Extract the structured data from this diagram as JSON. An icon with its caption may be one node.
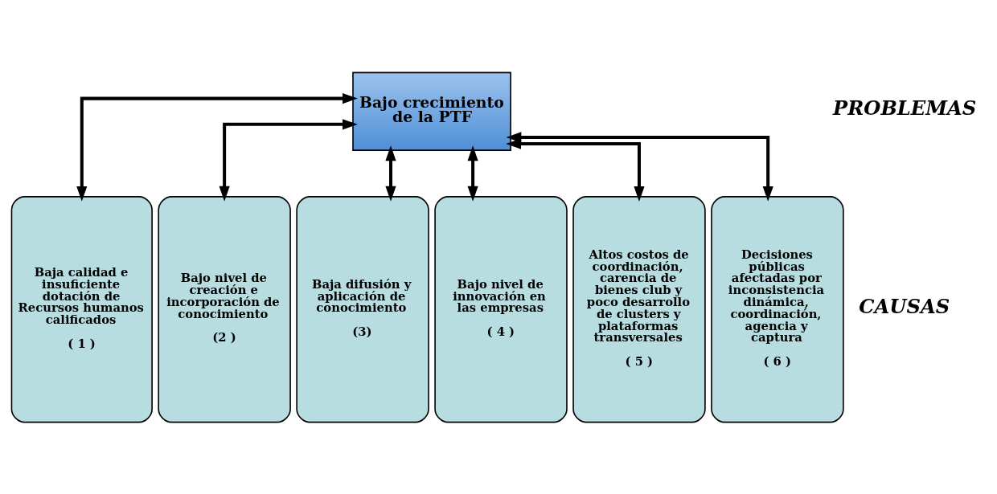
{
  "diagram": {
    "nodes": [
      {
        "text": [
          "Bajo crecimiento de la PTF"
        ]
      },
      {
        "text": [
          "Baja calidad e insuficiente dotación de Recursos humanos calificados",
          "( 1 )"
        ]
      },
      {
        "text": [
          "Bajo nivel de creación e incorporación de conocimiento",
          "(2 )"
        ]
      },
      {
        "text": [
          "Baja difusión y aplicación de conocimiento",
          "(3)"
        ]
      },
      {
        "text": [
          "Bajo nivel de innovación en las empresas",
          "( 4 )"
        ]
      },
      {
        "text": [
          "Altos costos de coordinación, carencia de bienes club y poco desarrollo de clusters y plataformas transversales",
          "( 5 )"
        ]
      },
      {
        "text": [
          "Decisiones públicas afectadas por inconsistencia dinámica, coordinación, agencia y captura",
          "( 6 )"
        ]
      }
    ],
    "edges": [
      {
        "from": 0,
        "to": 1,
        "arrow": "both"
      },
      {
        "from": 0,
        "to": 2,
        "arrow": "both"
      },
      {
        "from": 0,
        "to": 3,
        "arrow": "both"
      },
      {
        "from": 0,
        "to": 4,
        "arrow": "both"
      },
      {
        "from": 0,
        "to": 5,
        "arrow": "both"
      },
      {
        "from": 0,
        "to": 6,
        "arrow": "both"
      }
    ],
    "labels": [
      "PROBLEMAS",
      "CAUSAS"
    ]
  }
}
